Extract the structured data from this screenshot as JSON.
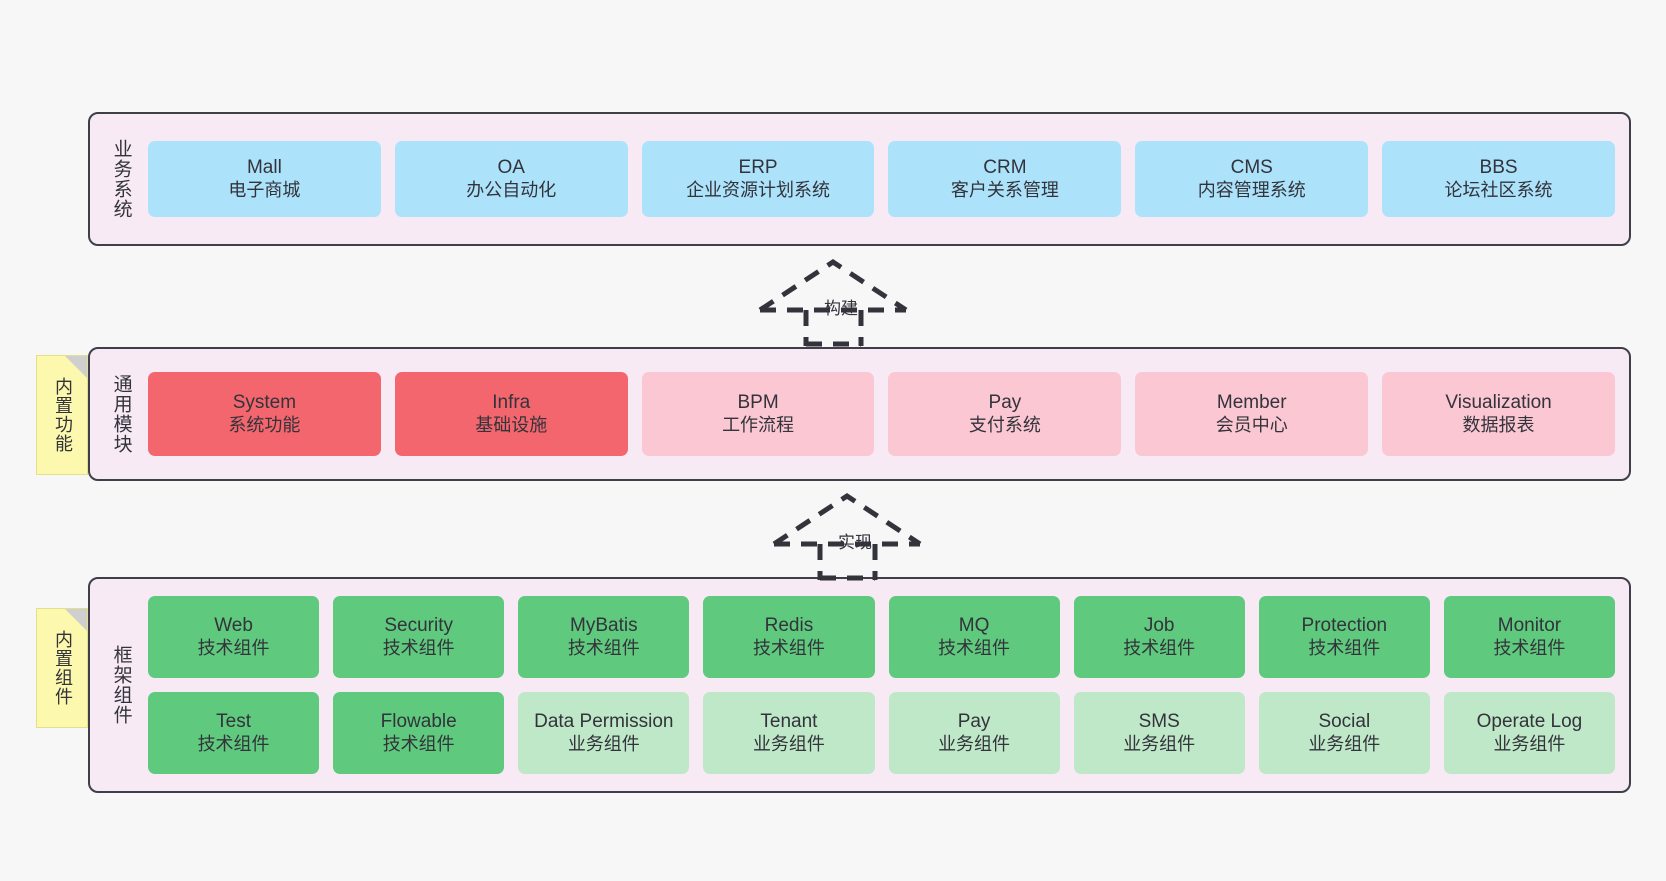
{
  "diagram": {
    "background_color": "#f7f7f7",
    "panel_background": "#f7eaf5",
    "panel_border": "#3f3f4a"
  },
  "business": {
    "label": "业务系统",
    "card_color": "#ace3fb",
    "cards": [
      {
        "name": "Mall",
        "desc": "电子商城"
      },
      {
        "name": "OA",
        "desc": "办公自动化"
      },
      {
        "name": "ERP",
        "desc": "企业资源计划系统"
      },
      {
        "name": "CRM",
        "desc": "客户关系管理"
      },
      {
        "name": "CMS",
        "desc": "内容管理系统"
      },
      {
        "name": "BBS",
        "desc": "论坛社区系统"
      }
    ]
  },
  "arrow_build": {
    "label": "构建"
  },
  "modules": {
    "label": "通用模块",
    "sticky_label": "内置功能",
    "sticky_color": "#fcf8ad",
    "card_color_primary": "#f4666e",
    "card_color_secondary": "#fbc7d2",
    "cards": [
      {
        "name": "System",
        "desc": "系统功能",
        "highlight": true
      },
      {
        "name": "Infra",
        "desc": "基础设施",
        "highlight": true
      },
      {
        "name": "BPM",
        "desc": "工作流程",
        "highlight": false
      },
      {
        "name": "Pay",
        "desc": "支付系统",
        "highlight": false
      },
      {
        "name": "Member",
        "desc": "会员中心",
        "highlight": false
      },
      {
        "name": "Visualization",
        "desc": "数据报表",
        "highlight": false
      }
    ]
  },
  "arrow_realize": {
    "label": "实现"
  },
  "framework": {
    "label": "框架组件",
    "sticky_label": "内置组件",
    "sticky_color": "#fcf8ad",
    "card_color_tech": "#5fc97e",
    "card_color_biz": "#bfe8c8",
    "row_tech": [
      {
        "name": "Web",
        "desc": "技术组件"
      },
      {
        "name": "Security",
        "desc": "技术组件"
      },
      {
        "name": "MyBatis",
        "desc": "技术组件"
      },
      {
        "name": "Redis",
        "desc": "技术组件"
      },
      {
        "name": "MQ",
        "desc": "技术组件"
      },
      {
        "name": "Job",
        "desc": "技术组件"
      },
      {
        "name": "Protection",
        "desc": "技术组件"
      },
      {
        "name": "Monitor",
        "desc": "技术组件"
      }
    ],
    "row_biz": [
      {
        "name": "Test",
        "desc": "技术组件",
        "tech": true
      },
      {
        "name": "Flowable",
        "desc": "技术组件",
        "tech": true
      },
      {
        "name": "Data Permission",
        "desc": "业务组件",
        "tech": false
      },
      {
        "name": "Tenant",
        "desc": "业务组件",
        "tech": false
      },
      {
        "name": "Pay",
        "desc": "业务组件",
        "tech": false
      },
      {
        "name": "SMS",
        "desc": "业务组件",
        "tech": false
      },
      {
        "name": "Social",
        "desc": "业务组件",
        "tech": false
      },
      {
        "name": "Operate Log",
        "desc": "业务组件",
        "tech": false
      }
    ]
  }
}
